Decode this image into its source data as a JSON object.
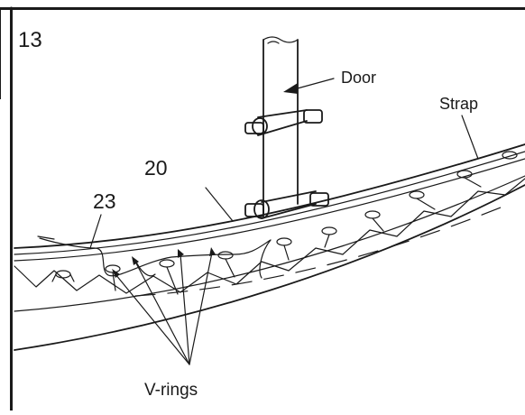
{
  "step": {
    "number": "13"
  },
  "labels": {
    "door": "Door",
    "strap": "Strap",
    "part_20": "20",
    "part_23": "23",
    "v_rings": "V-rings"
  }
}
